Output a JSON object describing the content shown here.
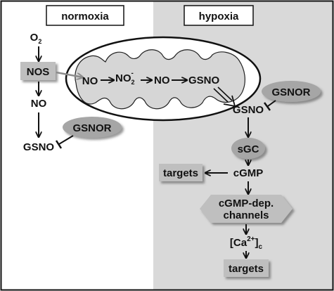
{
  "panels": {
    "left_title": "normoxia",
    "right_title": "hypoxia"
  },
  "labels": {
    "o2_base": "O",
    "o2_sub": "2",
    "nos": "NOS",
    "no_left": "NO",
    "gsno_left": "GSNO",
    "gsnor_left": "GSNOR",
    "mito_no_1": "NO",
    "mito_no2_base": "NO",
    "mito_no2_sub": "2",
    "mito_no2_sup": "-",
    "mito_no_2": "NO",
    "mito_gsno": "GSNO",
    "gsno_right": "GSNO",
    "gsnor_right": "GSNOR",
    "sgc": "sGC",
    "targets_top": "targets",
    "cgmp": "cGMP",
    "channels_line1": "cGMP-dep.",
    "channels_line2": "channels",
    "ca_open": "[Ca",
    "ca_sup": "2+",
    "ca_close": "]",
    "ca_sub": "c",
    "targets_bottom": "targets"
  },
  "colors": {
    "background_left": "#ffffff",
    "background_right": "#d9d9d9",
    "box_fill": "#bfbfbf",
    "title_box": "#ffffff",
    "gsnor_fill": "#a6a6a6",
    "gray_arrow": "#8c8c8c",
    "stroke": "#111111"
  }
}
